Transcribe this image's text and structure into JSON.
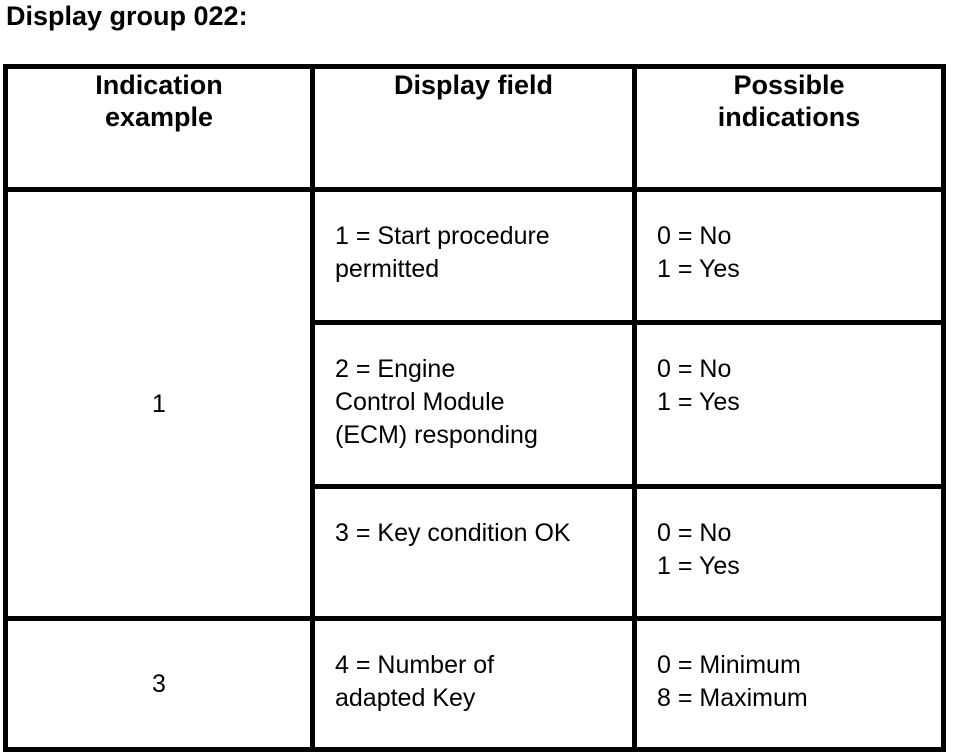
{
  "page": {
    "title": "Display group 022:"
  },
  "table": {
    "columns": [
      "Indication\nexample",
      "Display field",
      "Possible\nindications"
    ],
    "rows": [
      {
        "indication_example": "1",
        "display_field": "1 = Start procedure\npermitted",
        "possible_indications": "0 = No\n1 = Yes"
      },
      {
        "display_field": "2 = Engine\nControl Module\n(ECM) responding",
        "possible_indications": "0 = No\n1 = Yes"
      },
      {
        "display_field": "3 = Key condition OK",
        "possible_indications": "0 = No\n1 = Yes"
      },
      {
        "indication_example": "3",
        "display_field": "4 = Number of\nadapted Key",
        "possible_indications": "0 = Minimum\n8 = Maximum"
      }
    ]
  },
  "colors": {
    "text": "#000000",
    "background": "#ffffff",
    "border": "#000000"
  }
}
